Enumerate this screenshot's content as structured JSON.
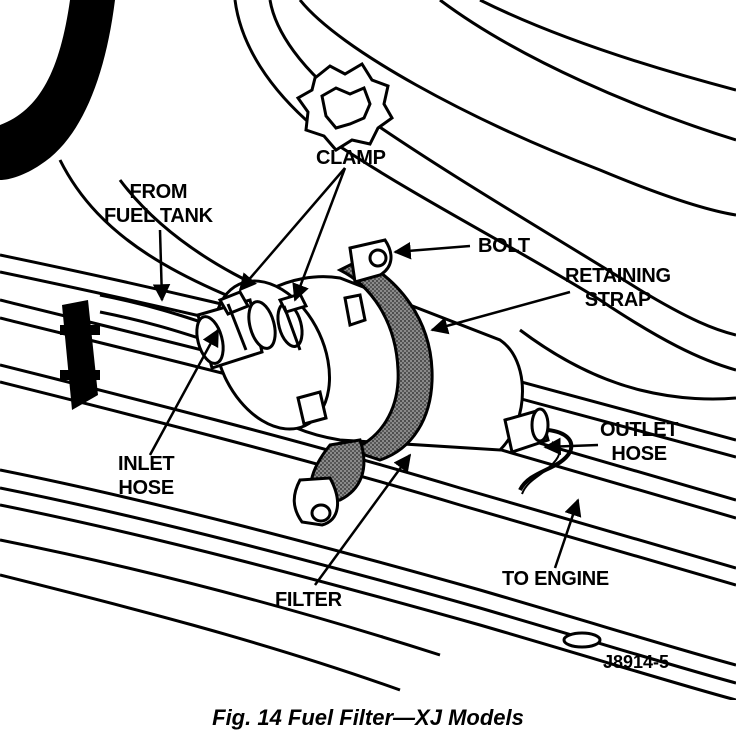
{
  "labels": {
    "clamp": "CLAMP",
    "from_fuel_tank": [
      "FROM",
      "FUEL TANK"
    ],
    "bolt": "BOLT",
    "retaining_strap": [
      "RETAINING",
      "STRAP"
    ],
    "inlet_hose": [
      "INLET",
      "HOSE"
    ],
    "outlet_hose": [
      "OUTLET",
      "HOSE"
    ],
    "filter": "FILTER",
    "to_engine": "TO ENGINE"
  },
  "figure_code": "J8914-5",
  "caption": "Fig. 14 Fuel Filter—XJ Models",
  "colors": {
    "ink": "#000000",
    "paper": "#ffffff",
    "strap_shade": "#6b6b6b"
  }
}
